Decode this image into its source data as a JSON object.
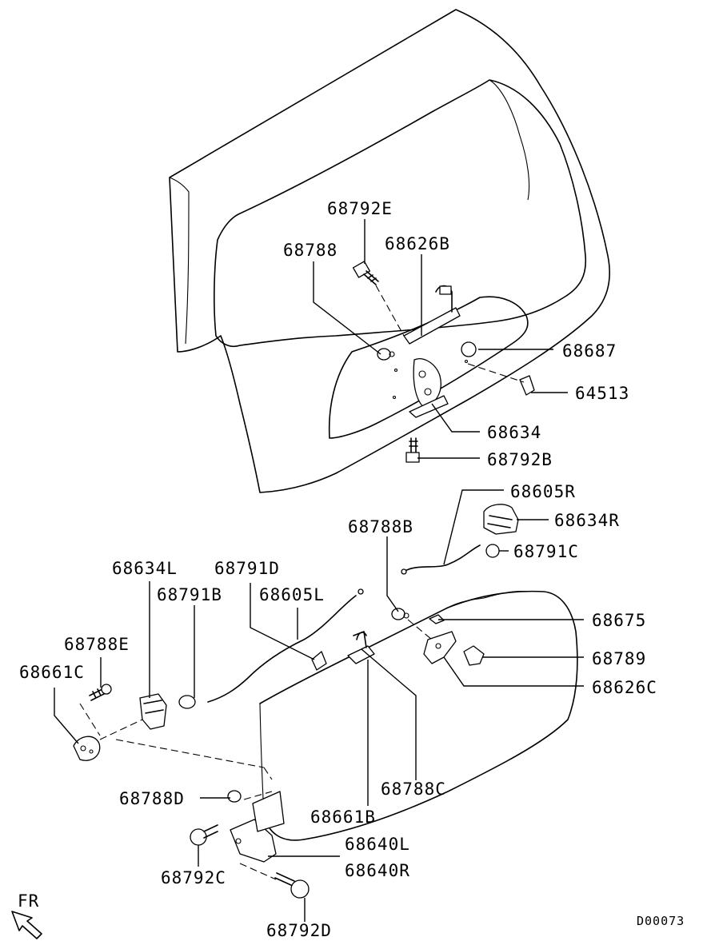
{
  "labels": {
    "l68792E": "68792E",
    "l68788": "68788",
    "l68626B": "68626B",
    "l68687": "68687",
    "l64513": "64513",
    "l68634": "68634",
    "l68792B": "68792B",
    "l68605R": "68605R",
    "l68634R": "68634R",
    "l68788B": "68788B",
    "l68791C": "68791C",
    "l68634L": "68634L",
    "l68791D": "68791D",
    "l68791B": "68791B",
    "l68605L": "68605L",
    "l68675": "68675",
    "l68788E": "68788E",
    "l68789": "68789",
    "l68661C": "68661C",
    "l68626C": "68626C",
    "l68788C": "68788C",
    "l68788D": "68788D",
    "l68661B": "68661B",
    "l68640L": "68640L",
    "l68640R": "68640R",
    "l68792C": "68792C",
    "l68792D": "68792D"
  },
  "fr_label": "FR",
  "diagram_code": "D00073"
}
